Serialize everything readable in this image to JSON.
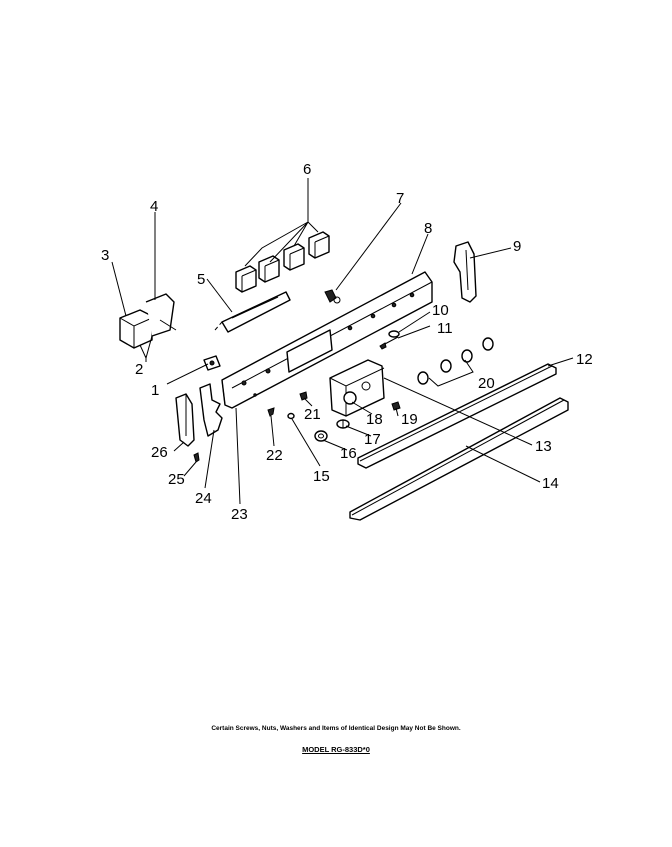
{
  "labels": {
    "p1": "1",
    "p2": "2",
    "p3": "3",
    "p4": "4",
    "p5": "5",
    "p6": "6",
    "p7": "7",
    "p8": "8",
    "p9": "9",
    "p10": "10",
    "p11": "11",
    "p12": "12",
    "p13": "13",
    "p14": "14",
    "p15": "15",
    "p16": "16",
    "p17": "17",
    "p18": "18",
    "p19": "19",
    "p20": "20",
    "p21": "21",
    "p22": "22",
    "p23": "23",
    "p24": "24",
    "p25": "25",
    "p26": "26"
  },
  "footer": {
    "note": "Certain Screws, Nuts, Washers and Items of Identical Design May Not Be Shown.",
    "model": "MODEL RG-833D*0"
  }
}
